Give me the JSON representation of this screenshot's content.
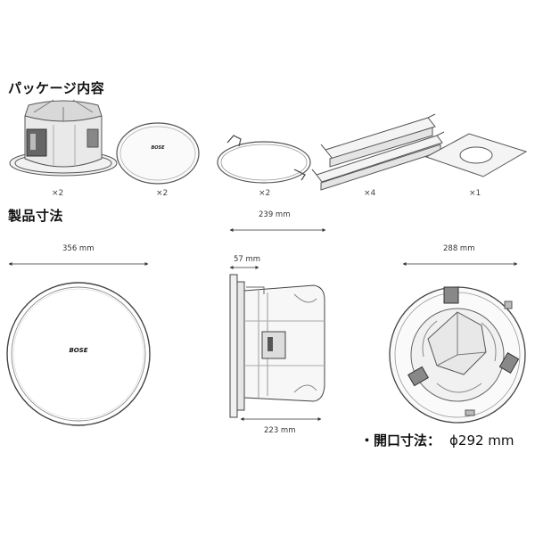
{
  "package": {
    "heading": "パッケージ内容",
    "items": [
      {
        "name": "speaker",
        "qty": "×2"
      },
      {
        "name": "grille",
        "qty": "×2"
      },
      {
        "name": "ring",
        "qty": "×2"
      },
      {
        "name": "rail",
        "qty": "×4"
      },
      {
        "name": "template",
        "qty": "×1"
      }
    ],
    "grille_logo": "BOSE"
  },
  "dimensions": {
    "heading": "製品寸法",
    "front_diameter": "356 mm",
    "logo": "BOSE",
    "side_width": "239 mm",
    "side_depth": "57 mm",
    "side_body": "223 mm",
    "back_diameter": "288 mm"
  },
  "cutout": {
    "label": "・開口寸法：",
    "value": "ϕ292 mm"
  },
  "colors": {
    "line": "#555555",
    "dark": "#333333",
    "light": "#bbbbbb"
  }
}
